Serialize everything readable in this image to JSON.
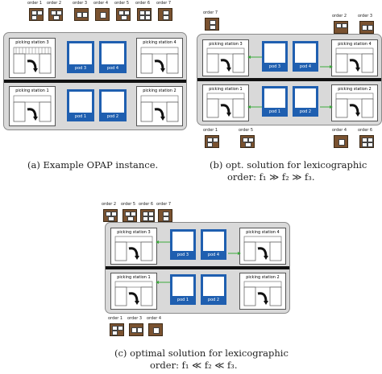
{
  "panel_a": {
    "caption": "(a) Example OPAP instance.",
    "orders": [
      "order 1",
      "order 2",
      "order 3",
      "order 4",
      "order 5",
      "order 6",
      "order 7"
    ],
    "stations": [
      "picking station 3",
      "picking station 4",
      "picking station 1",
      "picking station 2"
    ],
    "pods": [
      "pod 3",
      "pod 4",
      "pod 1",
      "pod 2"
    ]
  },
  "panel_b": {
    "caption_line1": "(b) opt.  solution  for  lexicographic",
    "caption_line2": "order: f₁ ≫ f₂ ≫ f₃.",
    "orders_top": [
      "order 7",
      "order 2",
      "order 3"
    ],
    "orders_bottom": [
      "order 1",
      "order 5",
      "order 4",
      "order 6"
    ],
    "stations": [
      "picking station 3",
      "picking station 4",
      "picking station 1",
      "picking station 2"
    ],
    "pods": [
      "pod 3",
      "pod 4",
      "pod 1",
      "pod 2"
    ]
  },
  "panel_c": {
    "caption_line1": "(c) optimal solution for lexicographic",
    "caption_line2": "order: f₁ ≪ f₂ ≪ f₃.",
    "orders_top": [
      "order 2",
      "order 5",
      "order 6",
      "order 7"
    ],
    "orders_bottom": [
      "order 1",
      "order 3",
      "order 4"
    ],
    "stations": [
      "picking station 3",
      "picking station 4",
      "picking station 1",
      "picking station 2"
    ],
    "pods": [
      "pod 3",
      "pod 4",
      "pod 1",
      "pod 2"
    ]
  },
  "colors": {
    "pod": "#1f5fb0",
    "order": "#7a5230",
    "floor": "#d9d9d9",
    "route": "#3cab3c"
  }
}
